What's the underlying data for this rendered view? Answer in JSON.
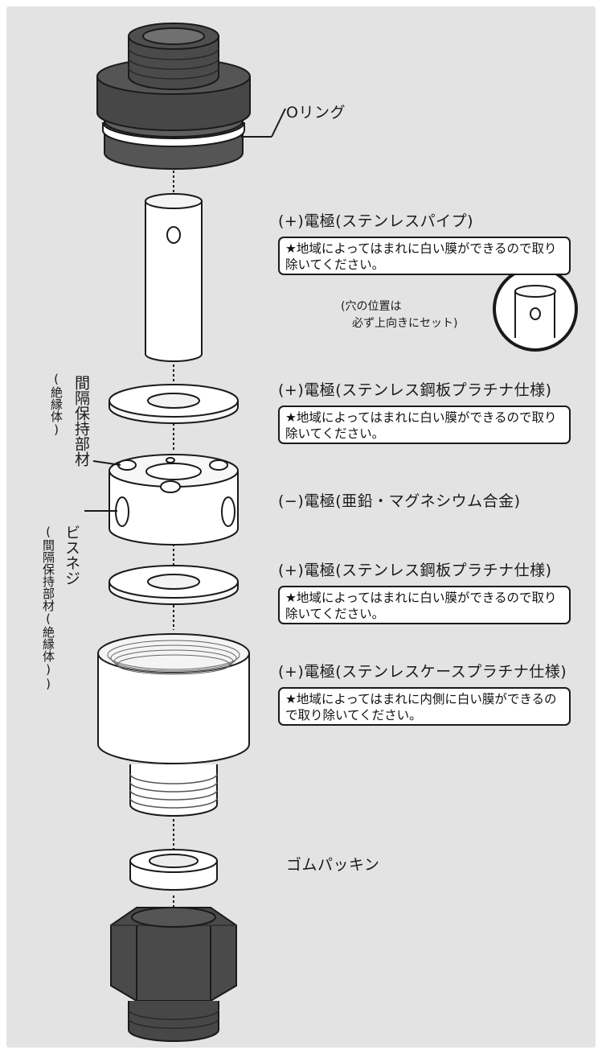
{
  "labels": {
    "oring": "Oリング",
    "electrode1_title": "(+)電極(ステンレスパイプ)",
    "electrode1_note": "★地域によってはまれに白い膜ができるので取り除いてください。",
    "hole_note_line1": "(穴の位置は",
    "hole_note_line2": "必ず上向きにセット)",
    "electrode2_title": "(+)電極(ステンレス鋼板プラチナ仕様)",
    "electrode2_note": "★地域によってはまれに白い膜ができるので取り除いてください。",
    "spacer": "間隔保持部材",
    "spacer_sub": "(絶縁体)",
    "electrode3_title": "(−)電極(亜鉛・マグネシウム合金)",
    "screw": "ビスネジ",
    "screw_sub": "(間隔保持部材(絶縁体))",
    "electrode4_title": "(+)電極(ステンレス鋼板プラチナ仕様)",
    "electrode4_note": "★地域によってはまれに白い膜ができるので取り除いてください。",
    "electrode5_title": "(+)電極(ステンレスケースプラチナ仕様)",
    "electrode5_note": "★地域によってはまれに内側に白い膜ができるので取り除いてください。",
    "gasket": "ゴムパッキン"
  },
  "colors": {
    "background": "#e3e3e3",
    "dark_part": "#4a4a4a",
    "light_part": "#ffffff",
    "outline": "#1a1a1a"
  }
}
